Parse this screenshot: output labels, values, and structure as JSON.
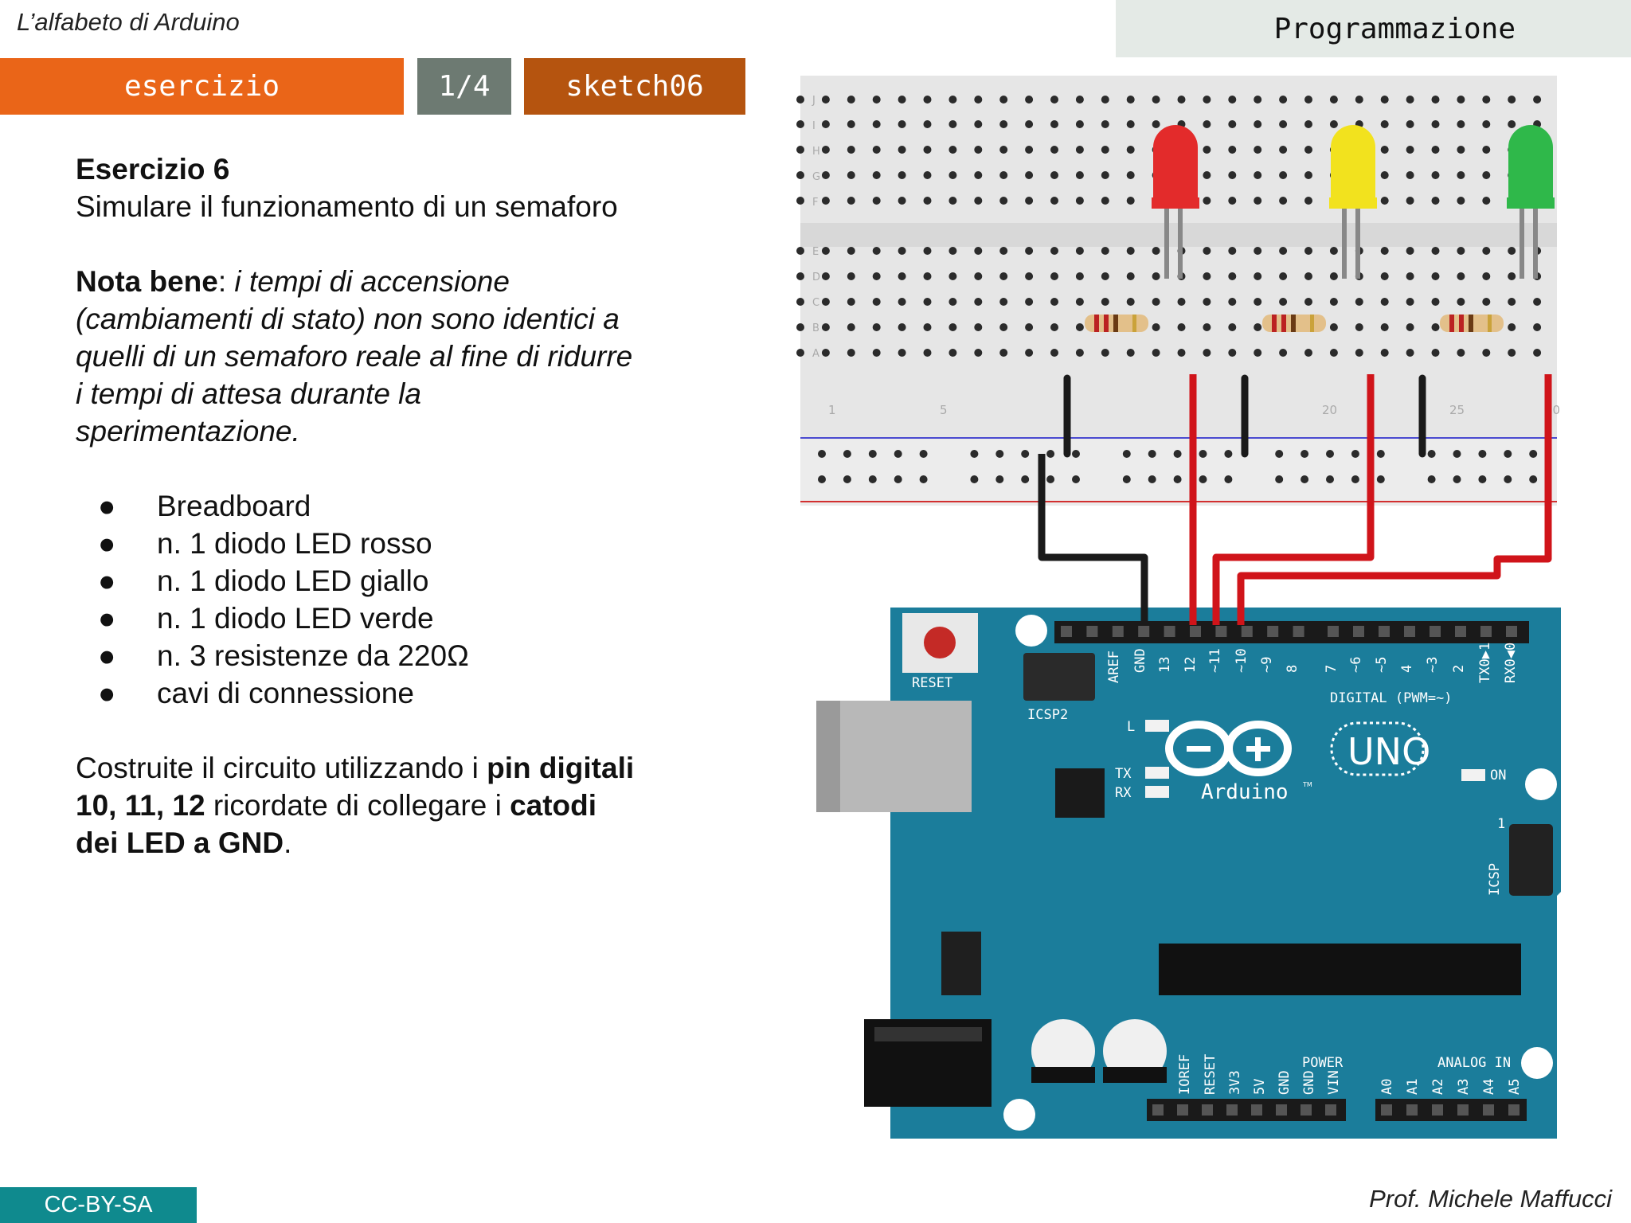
{
  "header": {
    "course_title": "L’alfabeto di Arduino",
    "section": "Programmazione"
  },
  "tabs": {
    "exercise": "esercizio",
    "page": "1/4",
    "sketch": "sketch06"
  },
  "content": {
    "title": "Esercizio 6",
    "subtitle": "Simulare il funzionamento di un semaforo",
    "note_label": "Nota bene",
    "note_colon": ": ",
    "note_lines": [
      "i tempi di accensione",
      "(cambiamenti di stato) non sono identici a",
      "quelli di un semaforo reale al fine di ridurre",
      "i tempi di attesa durante la",
      "sperimentazione."
    ],
    "bullet_symbol": "●",
    "materials": [
      "Breadboard",
      "n. 1 diodo LED rosso",
      "n. 1 diodo LED giallo",
      "n. 1 diodo LED verde",
      "n. 3 resistenze da 220Ω",
      "cavi di connessione"
    ],
    "instructions": {
      "t1": "Costruite il circuito utilizzando i ",
      "b1": "pin digitali",
      "b2": "10, 11, 12",
      "t2": " ricordate di collegare i ",
      "b3": "catodi",
      "b4": "dei LED a GND",
      "t3": "."
    }
  },
  "diagram": {
    "board_labels": {
      "reset": "RESET",
      "icsp2": "ICSP2",
      "digital": "DIGITAL (PWM=~)",
      "uno": "UNO",
      "brand": "Arduino",
      "tm": "TM",
      "l": "L",
      "tx": "TX",
      "rx": "RX",
      "on": "ON",
      "icsp": "ICSP",
      "icsp_pin": "1",
      "power": "POWER",
      "analog_in": "ANALOG IN"
    },
    "digital_pins": [
      "AREF",
      "GND",
      "13",
      "12",
      "~11",
      "~10",
      "~9",
      "8",
      "7",
      "~6",
      "~5",
      "4",
      "~3",
      "2",
      "TX0▶1",
      "RX0◀0"
    ],
    "power_pins": [
      "IOREF",
      "RESET",
      "3V3",
      "5V",
      "GND",
      "GND",
      "VIN"
    ],
    "analog_pins": [
      "A0",
      "A1",
      "A2",
      "A3",
      "A4",
      "A5"
    ],
    "breadboard_rows_top": [
      "J",
      "I",
      "H",
      "G",
      "F"
    ],
    "breadboard_rows_bottom": [
      "E",
      "D",
      "C",
      "B",
      "A"
    ],
    "breadboard_cols": [
      "1",
      "5",
      "20",
      "25",
      "30"
    ],
    "led_colors": {
      "red": "#e32b2b",
      "yellow": "#f2e21e",
      "green": "#2fb84a"
    },
    "board_color": "#1b7d9b",
    "wire_colors": {
      "gnd": "#1a1a1a",
      "signal": "#d0141a"
    }
  },
  "footer": {
    "license": "CC-BY-SA",
    "author": "Prof. Michele Maffucci"
  }
}
